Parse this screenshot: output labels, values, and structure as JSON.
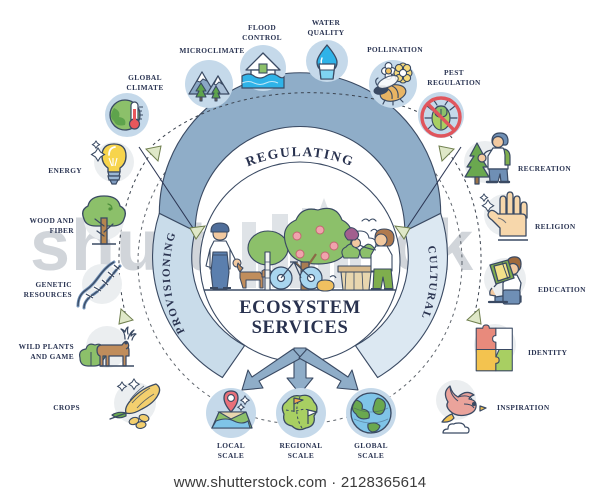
{
  "diagram": {
    "center_title_line1": "ECOSYSTEM",
    "center_title_line2": "SERVICES",
    "arcs": [
      {
        "id": "regulating",
        "label": "REGULATING",
        "color": "#8fadc8"
      },
      {
        "id": "provisioning",
        "label": "PROVISIONING",
        "color": "#c9dcea"
      },
      {
        "id": "cultural",
        "label": "CULTURAL",
        "color": "#dce8f2"
      }
    ],
    "colors": {
      "text": "#2b3553",
      "arc_regulating": "#8fadc8",
      "arc_side": "#cddfee",
      "ring_stroke": "#3a4a63",
      "icon_disc_blue": "#c5d9ea",
      "icon_disc_gray": "#ebeef0",
      "arrow_fill": "#8fadc8",
      "arrow_outline": "#3a4a63",
      "green": "#7bb661",
      "leaf_dark": "#4a8a3f"
    }
  },
  "regulating_items": [
    {
      "id": "global-climate",
      "label": "GLOBAL\nCLIMATE",
      "icon": "thermometer-earth-icon"
    },
    {
      "id": "microclimate",
      "label": "MICROCLIMATE",
      "icon": "mountains-trees-icon"
    },
    {
      "id": "flood-control",
      "label": "FLOOD\nCONTROL",
      "icon": "flooded-house-icon"
    },
    {
      "id": "water-quality",
      "label": "WATER\nQUALITY",
      "icon": "water-droplet-glass-icon"
    },
    {
      "id": "pollination",
      "label": "POLLINATION",
      "icon": "bee-flower-icon"
    },
    {
      "id": "pest-regulation",
      "label": "PEST\nREGULATION",
      "icon": "no-pest-icon"
    }
  ],
  "provisioning_items": [
    {
      "id": "energy",
      "label": "ENERGY",
      "icon": "lightbulb-icon"
    },
    {
      "id": "wood-and-fiber",
      "label": "WOOD AND\nFIBER",
      "icon": "tree-icon"
    },
    {
      "id": "genetic-resources",
      "label": "GENETIC\nRESOURCES",
      "icon": "dna-helix-icon"
    },
    {
      "id": "wild-plants-and-game",
      "label": "WILD PLANTS\nAND GAME",
      "icon": "deer-icon"
    },
    {
      "id": "crops",
      "label": "CROPS",
      "icon": "wheat-corn-icon"
    }
  ],
  "cultural_items": [
    {
      "id": "recreation",
      "label": "RECREATION",
      "icon": "hiker-tree-icon"
    },
    {
      "id": "religion",
      "label": "RELIGION",
      "icon": "open-hand-icon"
    },
    {
      "id": "education",
      "label": "EDUCATION",
      "icon": "person-reading-book-icon"
    },
    {
      "id": "identity",
      "label": "IDENTITY",
      "icon": "puzzle-pieces-icon"
    },
    {
      "id": "inspiration",
      "label": "INSPIRATION",
      "icon": "flying-bird-icon"
    }
  ],
  "scale_items": [
    {
      "id": "local-scale",
      "label": "LOCAL\nSCALE",
      "icon": "map-pin-terrain-icon"
    },
    {
      "id": "regional-scale",
      "label": "REGIONAL\nSCALE",
      "icon": "region-map-flags-icon"
    },
    {
      "id": "global-scale",
      "label": "GLOBAL\nSCALE",
      "icon": "globe-icon"
    }
  ],
  "watermark": {
    "brand": "shutterstock",
    "footer": "www.shutterstock.com · 2128365614"
  }
}
